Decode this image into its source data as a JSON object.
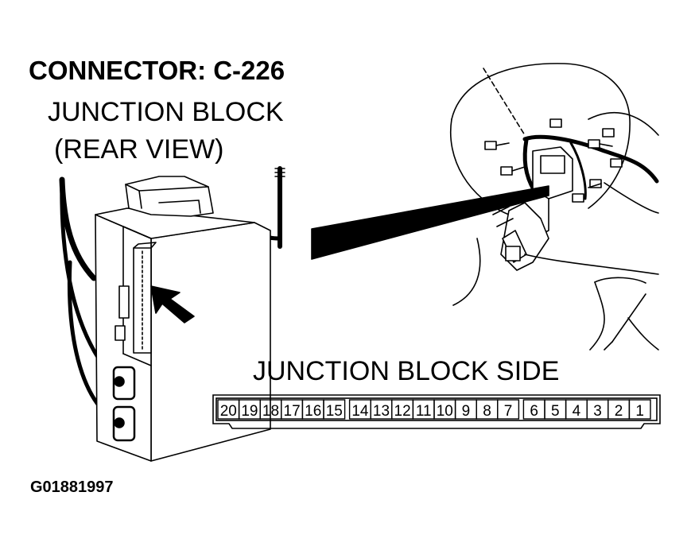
{
  "labels": {
    "connector": "CONNECTOR: C-226",
    "component": "JUNCTION BLOCK",
    "view": "(REAR VIEW)",
    "side": "JUNCTION BLOCK SIDE",
    "figure_id": "G01881997"
  },
  "pins": {
    "upper": [
      "20",
      "19",
      "18",
      "17",
      "16",
      "15"
    ],
    "middle": [
      "14",
      "13",
      "12",
      "11",
      "10",
      "9",
      "8",
      "7"
    ],
    "lower": [
      "6",
      "5",
      "4",
      "3",
      "2",
      "1"
    ]
  },
  "colors": {
    "ink": "#000000",
    "paper": "#ffffff"
  }
}
